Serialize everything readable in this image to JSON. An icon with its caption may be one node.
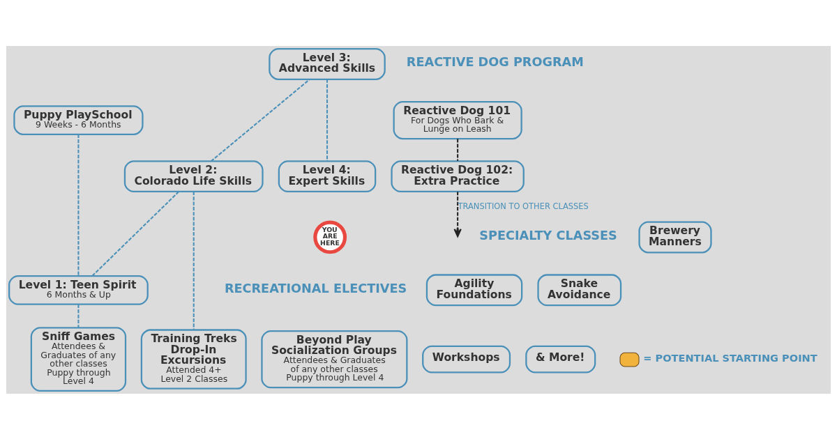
{
  "diagram": {
    "nodes": [
      {
        "text": [
          "Puppy PlaySchool",
          "9 Weeks - 6 Months"
        ]
      },
      {
        "text": [
          "Level 1: Teen Spirit",
          "6 Months & Up"
        ]
      },
      {
        "text": [
          "Level 2: Colorado Life Skills"
        ]
      },
      {
        "text": [
          "Level 3: Advanced Skills"
        ]
      },
      {
        "text": [
          "Level 4: Expert Skills"
        ]
      },
      {
        "text": [
          "YOU ARE HERE"
        ]
      },
      {
        "text": [
          "Sniff Games",
          "Attendees & Graduates of any other classes",
          "Puppy through Level 4"
        ]
      },
      {
        "text": [
          "Beyond Play Socialization Groups",
          "Attendees & Graduates of any other classes",
          "Puppy through Level 4"
        ]
      },
      {
        "text": [
          "Training Treks Drop-In Excursions",
          "Attended 4+ Level 2 Classes"
        ]
      },
      {
        "text": [
          "Reactive Dog 101",
          "For Dogs Who Bark & Lunge on Leash"
        ]
      },
      {
        "text": [
          "Reactive Dog 102: Extra Practice"
        ]
      },
      {
        "text": [
          "Brewery Manners"
        ]
      },
      {
        "text": [
          "Agility Foundations"
        ]
      },
      {
        "text": [
          "Snake Avoidance"
        ]
      },
      {
        "text": [
          "Workshops"
        ]
      },
      {
        "text": [
          "& More!"
        ]
      }
    ],
    "edges": [
      {
        "from": 0,
        "to": 1,
        "arrow": "none",
        "style": "dashed"
      },
      {
        "from": 1,
        "to": 2,
        "arrow": "none",
        "style": "dashed"
      },
      {
        "from": 2,
        "to": 3,
        "arrow": "none",
        "style": "dashed"
      },
      {
        "from": 3,
        "to": 4,
        "arrow": "none",
        "style": "dashed"
      },
      {
        "from": 1,
        "to": 6,
        "arrow": "none",
        "style": "dashed"
      },
      {
        "from": 2,
        "to": 8,
        "arrow": "none",
        "style": "dashed"
      },
      {
        "from": 9,
        "to": 10,
        "arrow": "none",
        "style": "dashed",
        "color": "#222222"
      },
      {
        "from": 10,
        "to": null,
        "arrow": "to",
        "label": "TRANSITION TO OTHER CLASSES",
        "style": "dashed",
        "color": "#222222"
      }
    ],
    "labels": [
      "REACTIVE DOG PROGRAM",
      "SPECIALTY CLASSES",
      "RECREATIONAL ELECTIVES"
    ],
    "legend": [
      {
        "text": "= POTENTIAL STARTING POINT"
      }
    ]
  }
}
